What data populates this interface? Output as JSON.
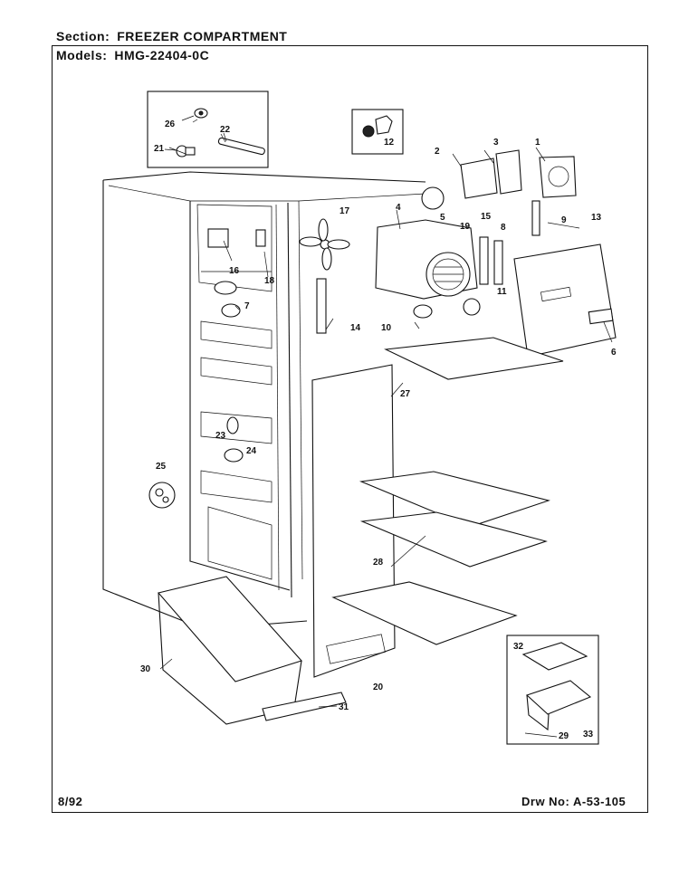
{
  "header": {
    "section_label": "Section:",
    "section_value": "FREEZER COMPARTMENT",
    "models_label": "Models:",
    "models_value": "HMG-22404-0C"
  },
  "footer": {
    "date": "8/92",
    "drawing_label": "Drw No:",
    "drawing_number": "A-53-105"
  },
  "callouts": {
    "c1": "1",
    "c2": "2",
    "c3": "3",
    "c4": "4",
    "c5": "5",
    "c6": "6",
    "c7": "7",
    "c8": "8",
    "c9": "9",
    "c10": "10",
    "c11": "11",
    "c12": "12",
    "c13": "13",
    "c14": "14",
    "c15": "15",
    "c16": "16",
    "c17": "17",
    "c18": "18",
    "c19": "19",
    "c20": "20",
    "c21": "21",
    "c22": "22",
    "c23": "23",
    "c24": "24",
    "c25": "25",
    "c26": "26",
    "c27": "27",
    "c28": "28",
    "c29": "29",
    "c30": "30",
    "c31": "31",
    "c32": "32",
    "c33": "33"
  }
}
